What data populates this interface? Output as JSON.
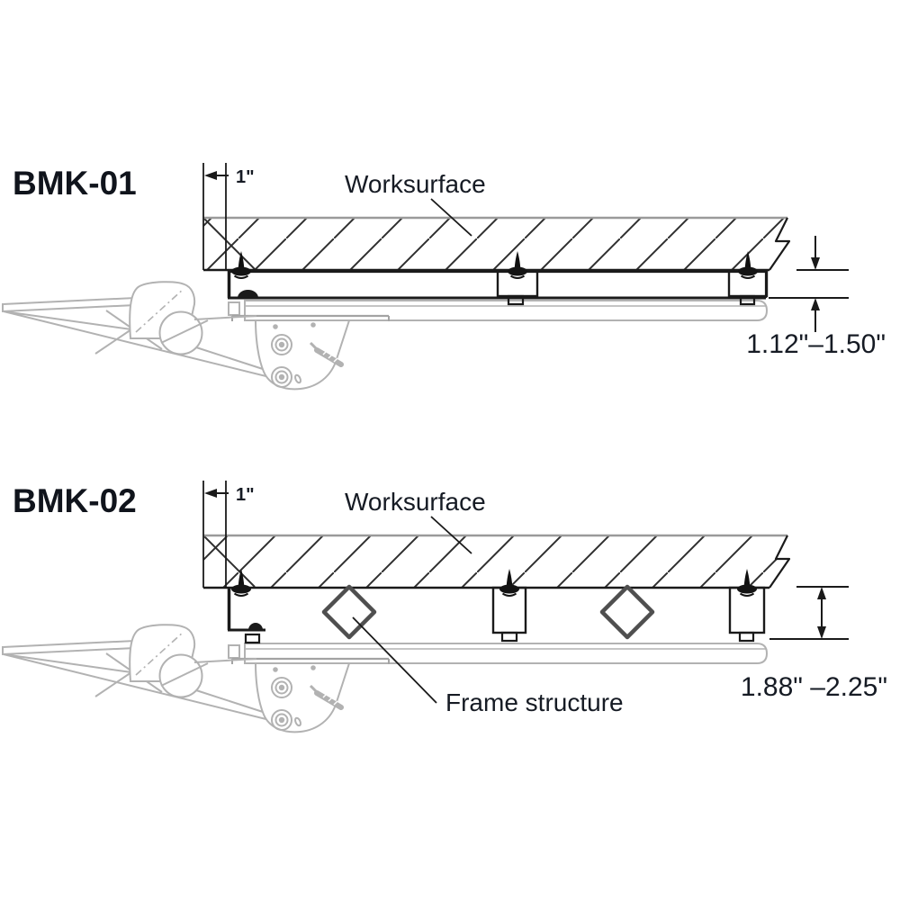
{
  "diagrams": {
    "bmk01": {
      "label": "BMK-01",
      "worksurface_label": "Worksurface",
      "inset_dimension": "1\"",
      "height_range": "1.12\"–1.50\""
    },
    "bmk02": {
      "label": "BMK-02",
      "worksurface_label": "Worksurface",
      "inset_dimension": "1\"",
      "frame_label": "Frame structure",
      "height_range": "1.88\" –2.25\""
    }
  },
  "colors": {
    "line": "#1a1a1a",
    "hatch": "#2f2f2f",
    "slab_top_edge": "#9a9a9a",
    "arm_gray": "#b2b2b2",
    "plate_gray": "#a3a3a3",
    "diamond_gray": "#4f4f4f",
    "text": "#161b24",
    "background": "#ffffff"
  }
}
